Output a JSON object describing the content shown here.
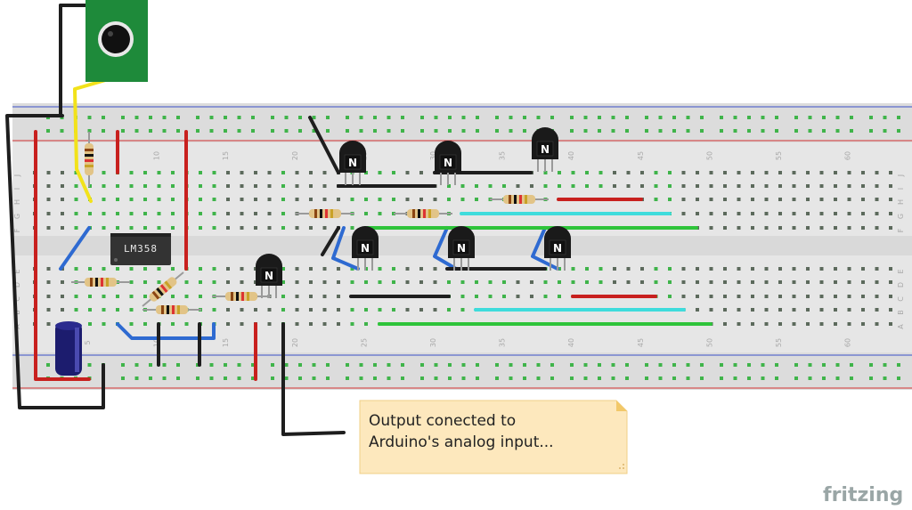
{
  "note": {
    "lines": [
      "Output conected to",
      "Arduino's analog input..."
    ]
  },
  "ic": {
    "label": "LM358"
  },
  "transistors": {
    "label": "N"
  },
  "brand": {
    "text": "fritzing",
    "color": "#9aa6a6"
  },
  "column_numbers": [
    "5",
    "10",
    "15",
    "20",
    "25",
    "30",
    "35",
    "40",
    "45",
    "50",
    "55",
    "60"
  ],
  "row_letters_top": [
    "J",
    "I",
    "H",
    "G",
    "F"
  ],
  "row_letters_bottom": [
    "E",
    "D",
    "C",
    "B",
    "A"
  ],
  "colors": {
    "board": "#e6e6e6",
    "rail_red": "#d23232",
    "rail_blue": "#3a4fc8",
    "hole": "#5c6a5c",
    "hole_green": "#3fb44a",
    "wire_black": "#1e1e1e",
    "wire_red": "#c8201e",
    "wire_blue": "#2e6ad1",
    "wire_green": "#2ec43a",
    "wire_cyan": "#3fdcdc",
    "wire_yellow": "#f2e21a",
    "note_fill": "#fde8bd"
  }
}
